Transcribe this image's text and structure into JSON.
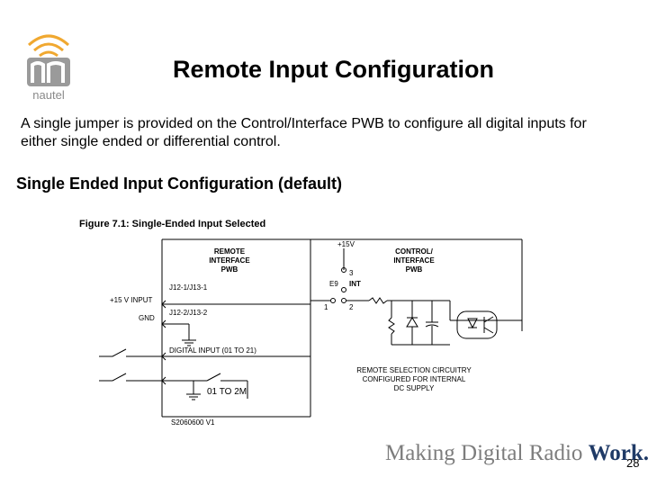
{
  "slide": {
    "title": "Remote Input Configuration",
    "body": "A single jumper is provided on the Control/Interface PWB to configure all digital inputs for either single ended or differential control.",
    "subheading": "Single Ended Input Configuration (default)",
    "page_number": "28"
  },
  "logo": {
    "wordmark": "nautel"
  },
  "footer": {
    "tagline_prefix": "Making Digital Radio ",
    "tagline_emphasis": "Work."
  },
  "figure": {
    "caption": "Figure 7.1: Single-Ended Input Selected",
    "left_block": [
      "REMOTE",
      "INTERFACE",
      "PWB"
    ],
    "right_block": [
      "CONTROL/",
      "INTERFACE",
      "PWB"
    ],
    "supply_label": "+15V",
    "pin3": "3",
    "jumper_label": "E9",
    "int_label": "INT",
    "pin1": "1",
    "pin2": "2",
    "j12_1": "J12-1/J13-1",
    "j12_2": "J12-2/J13-2",
    "input_15v": "+15 V INPUT",
    "gnd": "GND",
    "digital_input": "DIGITAL INPUT (01 TO 21)",
    "switch_range": "01 TO 2M",
    "note": [
      "REMOTE SELECTION CIRCUITRY",
      "CONFIGURED FOR INTERNAL",
      "DC SUPPLY"
    ],
    "drawing_id": "S2060600 V1"
  }
}
